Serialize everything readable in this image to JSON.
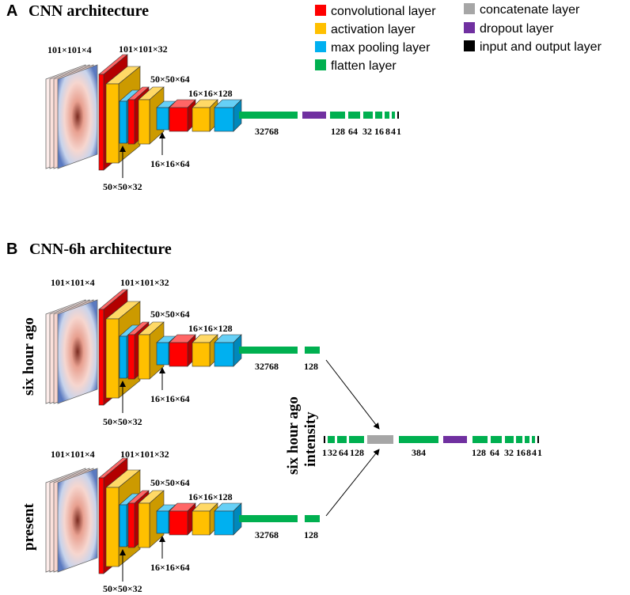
{
  "panel_a": {
    "letter": "A",
    "title": "CNN architecture",
    "dims": {
      "input": "101×101×4",
      "conv1": "101×101×32",
      "conv2": "50×50×64",
      "conv3": "16×16×128",
      "pool1": "50×50×32",
      "pool2": "16×16×64",
      "flat": "32768",
      "dense": [
        "128",
        "64",
        "32",
        "16",
        "8",
        "4",
        "1"
      ]
    }
  },
  "panel_b": {
    "letter": "B",
    "title": "CNN-6h architecture",
    "branch_top_label": "six hour ago",
    "branch_bottom_label": "present",
    "intensity_label_line1": "six hour ago",
    "intensity_label_line2": "intensity",
    "dims": {
      "input": "101×101×4",
      "conv1": "101×101×32",
      "conv2": "50×50×64",
      "conv3": "16×16×128",
      "pool1": "50×50×32",
      "pool2": "16×16×64",
      "flat": "32768",
      "branch_dense": "128"
    },
    "merge": [
      "1",
      "32",
      "64",
      "128"
    ],
    "concat": "384",
    "tail": [
      "128",
      "64",
      "32",
      "16",
      "8",
      "4",
      "1"
    ]
  },
  "legend": [
    {
      "label": "convolutional layer",
      "color": "#ff0000"
    },
    {
      "label": "activation layer",
      "color": "#ffc000"
    },
    {
      "label": "max pooling layer",
      "color": "#00b0f0"
    },
    {
      "label": "flatten layer",
      "color": "#00b050"
    },
    {
      "label": "concatenate layer",
      "color": "#a6a6a6"
    },
    {
      "label": "dropout layer",
      "color": "#7030a0"
    },
    {
      "label": "input and output layer",
      "color": "#000000"
    }
  ]
}
